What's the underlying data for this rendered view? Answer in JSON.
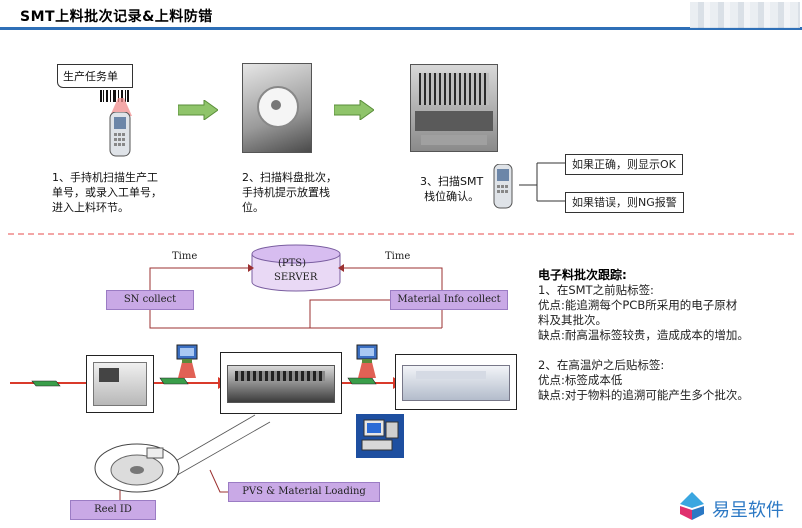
{
  "header": {
    "title": "SMT上料批次记录&上料防错"
  },
  "steps": {
    "work_order_label": "生产任务单",
    "step1_lines": [
      "1、手持机扫描生产工",
      "单号，或录入工单号，",
      "进入上料环节。"
    ],
    "step2_lines": [
      "2、扫描料盘批次，",
      "手持机提示放置栈",
      "位。"
    ],
    "step3_lines": [
      "3、扫描SMT",
      "栈位确认。"
    ]
  },
  "results": {
    "ok": "如果正确，则显示OK",
    "ng": "如果错误，则NG报警"
  },
  "flow": {
    "server_line1": "(PTS)",
    "server_line2": "SERVER",
    "time_left": "Time",
    "time_right": "Time",
    "sn_collect": "SN collect",
    "material_info": "Material Info collect",
    "pvs_loading": "PVS & Material Loading",
    "reel_id": "Reel ID"
  },
  "notes": {
    "title": "电子料批次跟踪:",
    "lines": [
      "1、在SMT之前贴标签:",
      "优点:能追溯每个PCB所采用的电子原材",
      "料及其批次。",
      "缺点:耐高温标签较贵，造成成本的增加。",
      "",
      "2、在高温炉之后贴标签:",
      "优点:标签成本低",
      "缺点:对于物料的追溯可能产生多个批次。"
    ]
  },
  "brand": {
    "name": "易呈软件"
  },
  "colors": {
    "accent": "#2e6fb7",
    "arrow_green": "#8fc46a",
    "flow_red": "#d93a2b",
    "box_purple": "#c9a9e6"
  }
}
